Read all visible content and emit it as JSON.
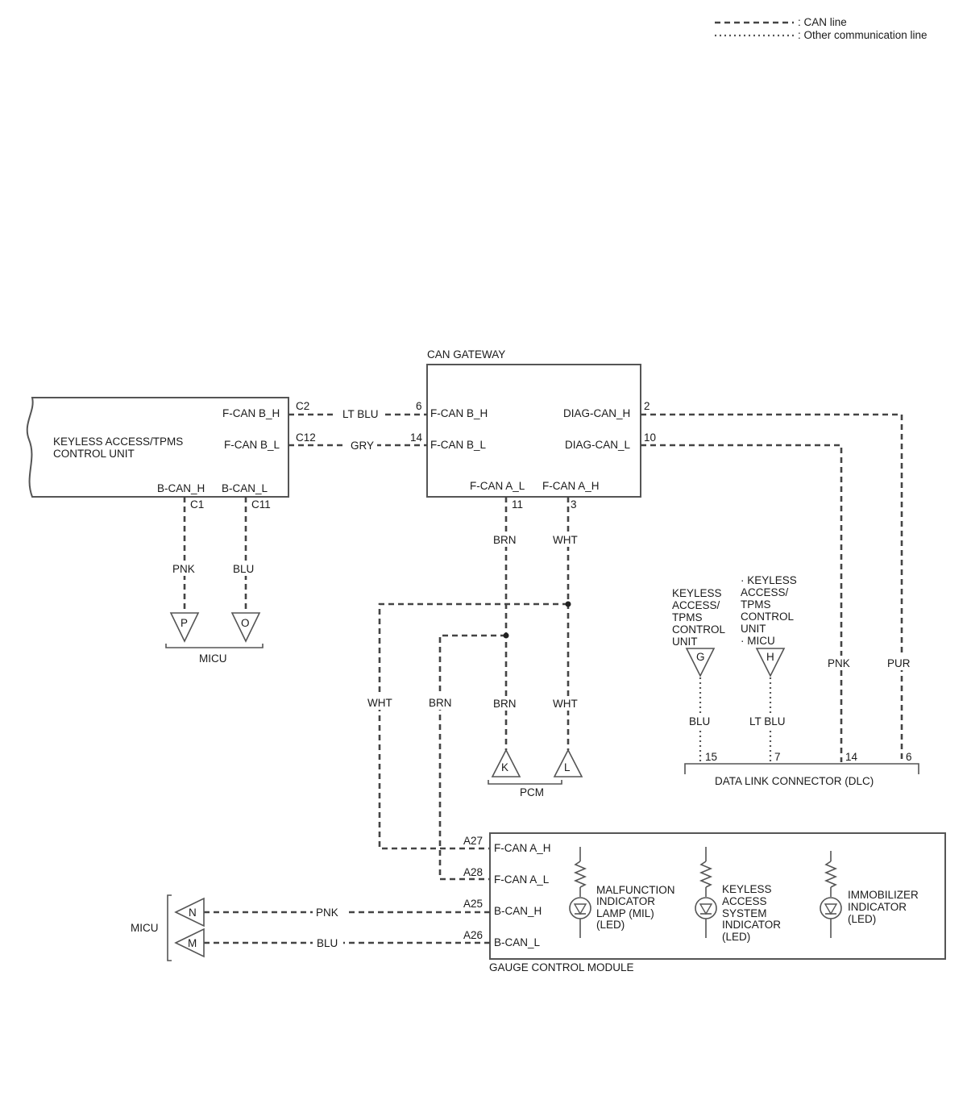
{
  "legend": {
    "can_line": ": CAN line",
    "other_line": ": Other communication line"
  },
  "keyless": {
    "title_l1": "KEYLESS ACCESS/TPMS",
    "title_l2": "CONTROL UNIT",
    "fcan_bh": "F-CAN B_H",
    "fcan_bl": "F-CAN B_L",
    "bcan_h": "B-CAN_H",
    "bcan_l": "B-CAN_L",
    "pin_c2": "C2",
    "pin_c12": "C12",
    "pin_c1": "C1",
    "pin_c11": "C11"
  },
  "gateway": {
    "title": "CAN GATEWAY",
    "fcan_bh": "F-CAN B_H",
    "fcan_bl": "F-CAN B_L",
    "diag_h": "DIAG-CAN_H",
    "diag_l": "DIAG-CAN_L",
    "fcan_al": "F-CAN A_L",
    "fcan_ah": "F-CAN A_H",
    "pin_6": "6",
    "pin_14": "14",
    "pin_2": "2",
    "pin_10": "10",
    "pin_11": "11",
    "pin_3": "3"
  },
  "wires": {
    "lt_blu": "LT BLU",
    "gry": "GRY",
    "pnk_micu": "PNK",
    "blu_micu": "BLU",
    "brn_top": "BRN",
    "wht_top": "WHT",
    "wht_left": "WHT",
    "brn_left": "BRN",
    "brn_pcm": "BRN",
    "wht_pcm": "WHT",
    "blu_dlc": "BLU",
    "ltblu_dlc": "LT BLU",
    "pnk_dlc": "PNK",
    "pur_dlc": "PUR",
    "pnk_gauge": "PNK",
    "blu_gauge": "BLU"
  },
  "micu_top": {
    "label": "MICU",
    "tri_p": "P",
    "tri_o": "O"
  },
  "pcm": {
    "label": "PCM",
    "tri_k": "K",
    "tri_l": "L"
  },
  "dlc": {
    "label": "DATA LINK CONNECTOR (DLC)",
    "g_l1": "KEYLESS",
    "g_l2": "ACCESS/",
    "g_l3": "TPMS",
    "g_l4": "CONTROL",
    "g_l5": "UNIT",
    "h_l1": "· KEYLESS",
    "h_l2": "ACCESS/",
    "h_l3": "TPMS",
    "h_l4": "CONTROL",
    "h_l5": "UNIT",
    "h_l6": "· MICU",
    "tri_g": "G",
    "tri_h": "H",
    "pin_15": "15",
    "pin_7": "7",
    "pin_14": "14",
    "pin_6": "6"
  },
  "gauge": {
    "title": "GAUGE CONTROL MODULE",
    "fcan_ah": "F-CAN A_H",
    "fcan_al": "F-CAN A_L",
    "bcan_h": "B-CAN_H",
    "bcan_l": "B-CAN_L",
    "pin_a27": "A27",
    "pin_a28": "A28",
    "pin_a25": "A25",
    "pin_a26": "A26",
    "mil_l1": "MALFUNCTION",
    "mil_l2": "INDICATOR",
    "mil_l3": "LAMP (MIL)",
    "mil_l4": "(LED)",
    "kas_l1": "KEYLESS",
    "kas_l2": "ACCESS",
    "kas_l3": "SYSTEM",
    "kas_l4": "INDICATOR",
    "kas_l5": "(LED)",
    "imm_l1": "IMMOBILIZER",
    "imm_l2": "INDICATOR",
    "imm_l3": "(LED)"
  },
  "micu_bottom": {
    "label": "MICU",
    "tri_n": "N",
    "tri_m": "M"
  }
}
